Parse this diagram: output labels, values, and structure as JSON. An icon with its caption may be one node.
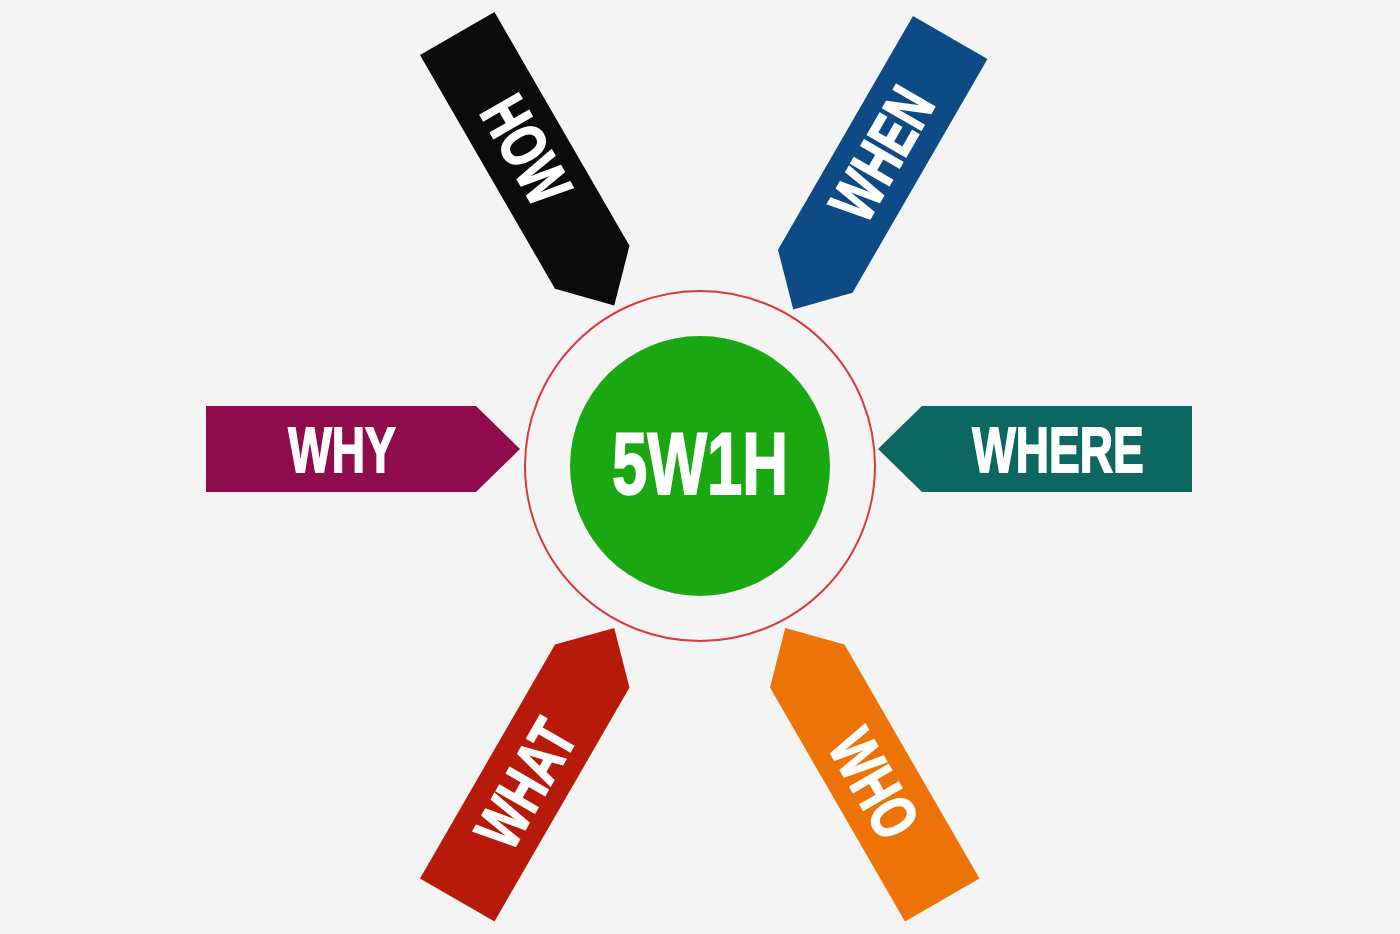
{
  "diagram": {
    "nodes": [
      {
        "text": [],
        "shape": "circle"
      },
      {
        "text": [
          "5W1H"
        ],
        "in": 0
      },
      {
        "text": [
          "HOW"
        ]
      },
      {
        "text": [
          "WHEN"
        ]
      },
      {
        "text": [
          "WHY"
        ]
      },
      {
        "text": [
          "WHERE"
        ]
      },
      {
        "text": [
          "WHAT"
        ]
      },
      {
        "text": [
          "WHO"
        ]
      }
    ]
  }
}
